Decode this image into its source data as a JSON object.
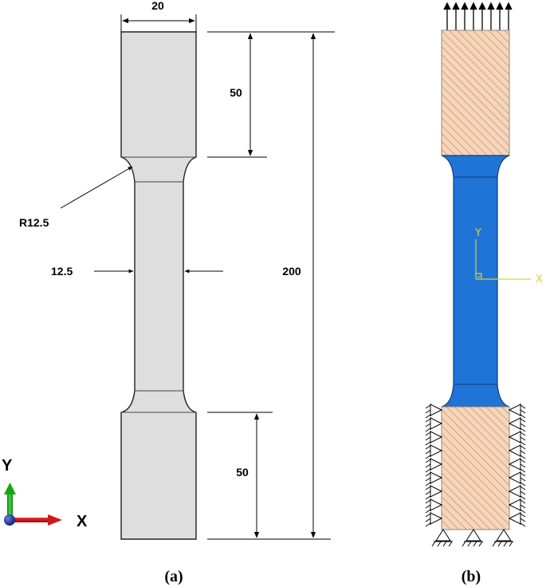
{
  "figure_a": {
    "caption": "(a)",
    "dimensions": {
      "width_top": "20",
      "grip_length_top": "50",
      "fillet_radius": "R12.5",
      "gauge_width": "12.5",
      "total_length": "200",
      "grip_length_bottom": "50"
    },
    "axes": {
      "y_label": "Y",
      "x_label": "X"
    }
  },
  "figure_b": {
    "caption": "(b)",
    "axes": {
      "y_label": "Y",
      "x_label": "X"
    }
  },
  "colors": {
    "specimen_fill": "#dedede",
    "mesh_blue": "#1f74d6",
    "hatch_orange": "#e8b890",
    "triad_yellow": "#d8d23a",
    "axis_green": "#13a813",
    "axis_red": "#d01818",
    "axis_blue": "#1a2f9a"
  }
}
